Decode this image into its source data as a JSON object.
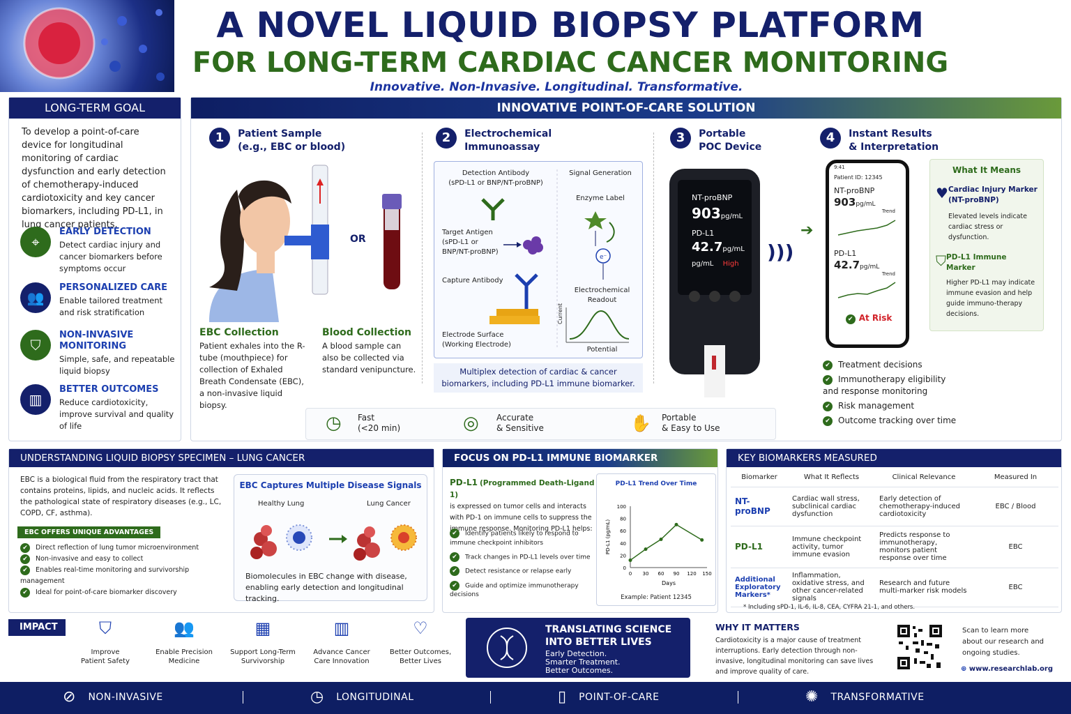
{
  "header": {
    "title_line1": "A NOVEL LIQUID BIOPSY PLATFORM",
    "title_line2": "FOR LONG-TERM CARDIAC CANCER MONITORING",
    "tagline": "Innovative. Non-Invasive. Longitudinal. Transformative."
  },
  "goal": {
    "heading": "LONG-TERM GOAL",
    "text": "To develop a point-of-care device for longitudinal monitoring of cardiac dysfunction and early detection of chemotherapy-induced cardiotoxicity and key cancer biomarkers, including PD-L1, in lung cancer patients.",
    "items": [
      {
        "title": "EARLY DETECTION",
        "desc": "Detect cardiac injury and cancer biomarkers before symptoms occur",
        "icon": "target-icon",
        "color": "#2e6b1c"
      },
      {
        "title": "PERSONALIZED CARE",
        "desc": "Enable tailored treatment and risk stratification",
        "icon": "people-icon",
        "color": "#14206b"
      },
      {
        "title": "NON-INVASIVE MONITORING",
        "desc": "Simple, safe, and repeatable liquid biopsy",
        "icon": "shield-icon",
        "color": "#2e6b1c"
      },
      {
        "title": "BETTER OUTCOMES",
        "desc": "Reduce cardiotoxicity, improve survival and quality of life",
        "icon": "bar-chart-icon",
        "color": "#14206b"
      }
    ]
  },
  "solution": {
    "heading": "INNOVATIVE POINT-OF-CARE SOLUTION",
    "steps": [
      {
        "num": "1",
        "title": "Patient Sample\n(e.g., EBC or blood)"
      },
      {
        "num": "2",
        "title": "Electrochemical\nImmunoassay"
      },
      {
        "num": "3",
        "title": "Portable\nPOC Device"
      },
      {
        "num": "4",
        "title": "Instant Results\n& Interpretation"
      }
    ],
    "or_label": "OR",
    "ebc_title": "EBC Collection",
    "ebc_desc": "Patient exhales into the R-tube (mouthpiece) for collection of Exhaled Breath Condensate (EBC), a non-invasive liquid biopsy.",
    "blood_title": "Blood Collection",
    "blood_desc": "A blood sample can also be collected via standard venipuncture.",
    "assay": {
      "detection_antibody": "Detection Antibody\n(sPD-L1 or BNP/NT-proBNP)",
      "target_antigen": "Target Antigen\n(sPD-L1 or\nBNP/NT-proBNP)",
      "capture_antibody": "Capture Antibody",
      "electrode_surface": "Electrode Surface\n(Working Electrode)",
      "signal_generation": "Signal Generation",
      "enzyme_label": "Enzyme Label",
      "electron": "e⁻",
      "readout": "Electrochemical\nReadout",
      "y_axis": "Current",
      "x_axis": "Potential",
      "caption": "Multiplex detection of cardiac & cancer biomarkers, including PD-L1 immune biomarker."
    },
    "device": {
      "marker1": "NT-proBNP",
      "value1": "903",
      "unit1": "pg/mL",
      "marker2": "PD-L1",
      "value2": "42.7",
      "unit2": "pg/mL",
      "unit3": "pg/mL",
      "status": "High"
    },
    "phone": {
      "time": "9:41",
      "patient_id": "Patient ID: 12345",
      "marker1": "NT-proBNP",
      "value1": "903",
      "unit1": "pg/mL",
      "marker2": "PD-L1",
      "value2": "42.7",
      "unit2": "pg/mL",
      "trend_label": "Trend",
      "status": "At Risk"
    },
    "what_it_means": {
      "heading": "What It Means",
      "item1_title": "Cardiac Injury Marker\n(NT-proBNP)",
      "item1_desc": "Elevated levels indicate cardiac stress or dysfunction.",
      "item2_title": "PD-L1 Immune Marker",
      "item2_desc": "Higher PD-L1 may indicate immune evasion and help guide immuno-therapy decisions."
    },
    "uses": [
      "Treatment decisions",
      "Immunotherapy eligibility\nand response monitoring",
      "Risk management",
      "Outcome tracking over time"
    ],
    "features": [
      {
        "label": "Fast\n(<20 min)",
        "icon": "clock-icon"
      },
      {
        "label": "Accurate\n& Sensitive",
        "icon": "target-icon"
      },
      {
        "label": "Portable\n& Easy to Use",
        "icon": "hand-icon"
      }
    ]
  },
  "specimen": {
    "heading": "UNDERSTANDING LIQUID BIOPSY SPECIMEN – LUNG CANCER",
    "text": "EBC is a biological fluid from the respiratory tract that contains proteins, lipids, and nucleic acids. It reflects the pathological state of respiratory diseases (e.g., LC, COPD, CF, asthma).",
    "adv_heading": "EBC OFFERS UNIQUE ADVANTAGES",
    "advantages": [
      "Direct reflection of lung tumor microenvironment",
      "Non-invasive and easy to collect",
      "Enables real-time monitoring and survivorship management",
      "Ideal for point-of-care biomarker discovery"
    ],
    "box_title": "EBC Captures Multiple Disease Signals",
    "healthy": "Healthy Lung",
    "cancer": "Lung Cancer",
    "box_caption": "Biomolecules in EBC change with disease, enabling early detection and longitudinal tracking."
  },
  "pdl1": {
    "heading": "FOCUS ON PD-L1 IMMUNE BIOMARKER",
    "title": "PD-L1",
    "title_suffix": "(Programmed Death-Ligand 1)",
    "text": "is expressed on tumor cells and interacts with PD-1 on immune cells to suppress the immune response. Monitoring PD-L1 helps:",
    "points": [
      "Identify patients likely to respond to immune checkpoint inhibitors",
      "Track changes in PD-L1 levels over time",
      "Detect resistance or relapse early",
      "Guide and optimize immunotherapy decisions"
    ],
    "chart_caption": "Example: Patient 12345"
  },
  "chart_data": {
    "type": "line",
    "title": "PD-L1 Trend Over Time",
    "xlabel": "Days",
    "ylabel": "PD-L1 (pg/mL)",
    "x": [
      0,
      30,
      60,
      90,
      140
    ],
    "values": [
      12,
      30,
      46,
      70,
      45
    ],
    "xlim": [
      0,
      150
    ],
    "ylim": [
      0,
      100
    ],
    "xticks": [
      0,
      30,
      60,
      90,
      120,
      150
    ],
    "yticks": [
      0,
      20,
      40,
      60,
      80,
      100
    ],
    "color": "#2e6b1c"
  },
  "biomarkers": {
    "heading": "KEY BIOMARKERS MEASURED",
    "columns": [
      "Biomarker",
      "What It Reflects",
      "Clinical Relevance",
      "Measured In"
    ],
    "rows": [
      [
        "NT-proBNP",
        "Cardiac wall stress, subclinical cardiac dysfunction",
        "Early detection of chemotherapy-induced cardiotoxicity",
        "EBC / Blood"
      ],
      [
        "PD-L1",
        "Immune checkpoint activity, tumor immune evasion",
        "Predicts response to immunotherapy, monitors patient response over time",
        "EBC"
      ],
      [
        "Additional Exploratory Markers*",
        "Inflammation, oxidative stress, and other cancer-related signals",
        "Research and future multi-marker risk models",
        "EBC"
      ]
    ],
    "footnote": "* Including sPD-1, IL-6, IL-8, CEA, CYFRA 21-1, and others."
  },
  "impact": {
    "heading": "IMPACT",
    "items": [
      {
        "label": "Improve\nPatient Safety",
        "icon": "shield-icon"
      },
      {
        "label": "Enable Precision\nMedicine",
        "icon": "people-icon"
      },
      {
        "label": "Support Long-Term\nSurvivorship",
        "icon": "calendar-icon"
      },
      {
        "label": "Advance Cancer\nCare Innovation",
        "icon": "bar-chart-icon"
      },
      {
        "label": "Better Outcomes,\nBetter Lives",
        "icon": "heart-icon"
      }
    ]
  },
  "translating": {
    "title": "TRANSLATING SCIENCE\nINTO BETTER LIVES",
    "sub": "Early Detection.\nSmarter Treatment.\nBetter Outcomes."
  },
  "why": {
    "heading": "WHY IT MATTERS",
    "text": "Cardiotoxicity is a major cause of treatment interruptions. Early detection through non-invasive, longitudinal monitoring can save lives and improve quality of care.",
    "scan": "Scan to learn more about our research and ongoing studies.",
    "url": "www.researchlab.org"
  },
  "footer": {
    "items": [
      {
        "label": "NON-INVASIVE",
        "icon": "no-needle-icon"
      },
      {
        "label": "LONGITUDINAL",
        "icon": "clock-icon"
      },
      {
        "label": "POINT-OF-CARE",
        "icon": "device-icon"
      },
      {
        "label": "TRANSFORMATIVE",
        "icon": "spark-icon"
      }
    ]
  }
}
